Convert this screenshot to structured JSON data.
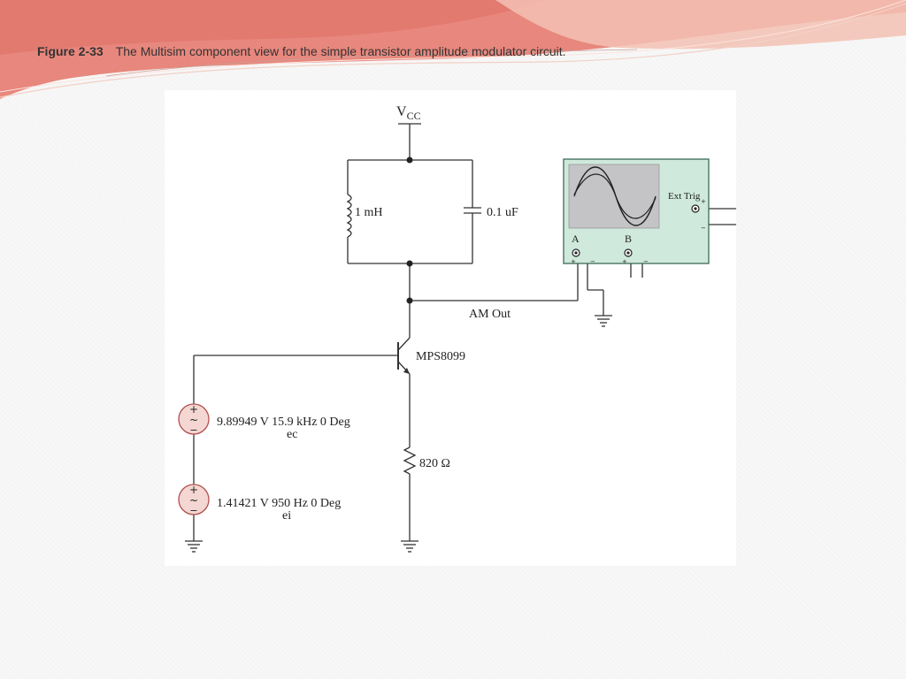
{
  "caption": {
    "figure_number": "Figure 2-33",
    "text": "The Multisim component view for the simple transistor amplitude modulator circuit."
  },
  "circuit": {
    "supply_label": "V",
    "supply_subscript": "CC",
    "inductor_label": "1 mH",
    "capacitor_label": "0.1 uF",
    "output_label": "AM Out",
    "transistor_label": "MPS8099",
    "resistor_label": "820 Ω",
    "carrier_source": {
      "value": "9.89949 V 15.9 kHz 0 Deg",
      "name": "ec"
    },
    "info_source": {
      "value": "1.41421 V 950 Hz 0 Deg",
      "name": "ei"
    }
  },
  "oscilloscope": {
    "channel_a": "A",
    "channel_b": "B",
    "ext_trig": "Ext Trig",
    "screen_color": "#c4c4c6",
    "body_color": "#cfe9dc"
  },
  "colors": {
    "header_coral": "#e07a70",
    "header_pink": "#f1b6a8",
    "wire": "#333333"
  }
}
